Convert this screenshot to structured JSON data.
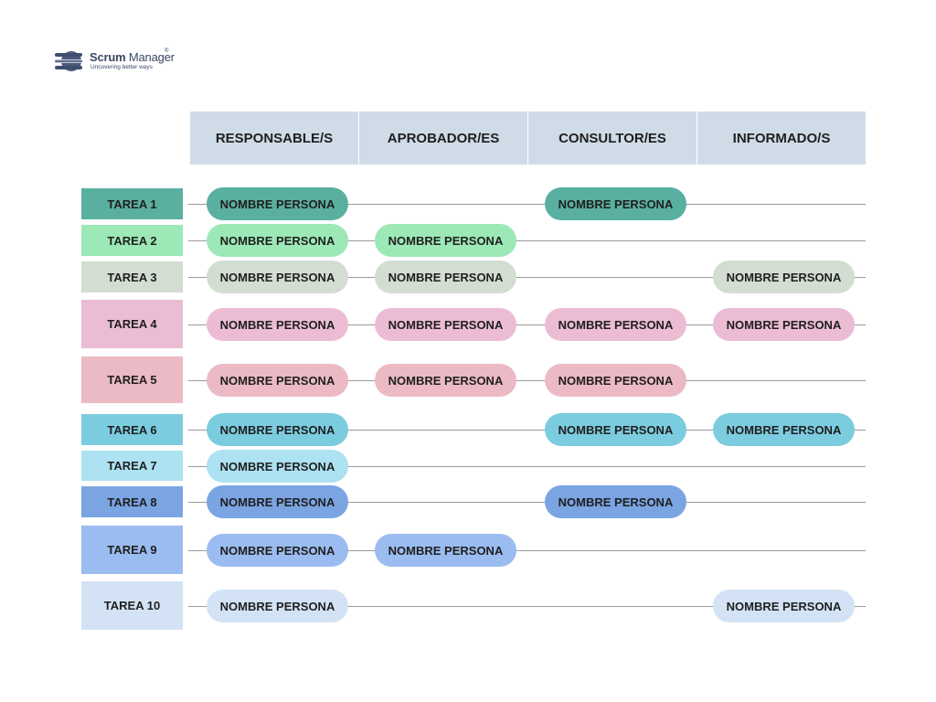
{
  "logo": {
    "name_bold": "Scrum",
    "name_light": " Manager",
    "registered": "®",
    "tagline": "Uncovering better ways"
  },
  "columns": [
    {
      "label": "RESPONSABLE/S"
    },
    {
      "label": "APROBADOR/ES"
    },
    {
      "label": "CONSULTOR/ES"
    },
    {
      "label": "INFORMADO/S"
    }
  ],
  "rows": [
    {
      "task": "TAREA 1",
      "color": "#5ab0a0",
      "cells": [
        "NOMBRE PERSONA",
        "",
        "NOMBRE PERSONA",
        ""
      ]
    },
    {
      "task": "TAREA 2",
      "color": "#9ce8b6",
      "cells": [
        "NOMBRE PERSONA",
        "NOMBRE PERSONA",
        "",
        ""
      ]
    },
    {
      "task": "TAREA 3",
      "color": "#d3ddd2",
      "cells": [
        "NOMBRE PERSONA",
        "NOMBRE PERSONA",
        "",
        "NOMBRE PERSONA"
      ]
    },
    {
      "task": "TAREA 4",
      "color": "#ebbcd4",
      "cells": [
        "NOMBRE PERSONA",
        "NOMBRE PERSONA",
        "NOMBRE PERSONA",
        "NOMBRE PERSONA"
      ]
    },
    {
      "task": "TAREA 5",
      "color": "#ecbac4",
      "cells": [
        "NOMBRE PERSONA",
        "NOMBRE PERSONA",
        "NOMBRE PERSONA",
        ""
      ]
    },
    {
      "task": "TAREA 6",
      "color": "#7ccce0",
      "cells": [
        "NOMBRE PERSONA",
        "",
        "NOMBRE PERSONA",
        "NOMBRE PERSONA"
      ]
    },
    {
      "task": "TAREA 7",
      "color": "#ace2f2",
      "cells": [
        "NOMBRE PERSONA",
        "",
        "",
        ""
      ]
    },
    {
      "task": "TAREA 8",
      "color": "#7aa4e2",
      "cells": [
        "NOMBRE PERSONA",
        "",
        "NOMBRE PERSONA",
        ""
      ]
    },
    {
      "task": "TAREA 9",
      "color": "#9bbcf0",
      "cells": [
        "NOMBRE PERSONA",
        "NOMBRE PERSONA",
        "",
        ""
      ]
    },
    {
      "task": "TAREA 10",
      "color": "#d3e3f5",
      "cells": [
        "NOMBRE PERSONA",
        "",
        "",
        "NOMBRE PERSONA"
      ]
    }
  ]
}
